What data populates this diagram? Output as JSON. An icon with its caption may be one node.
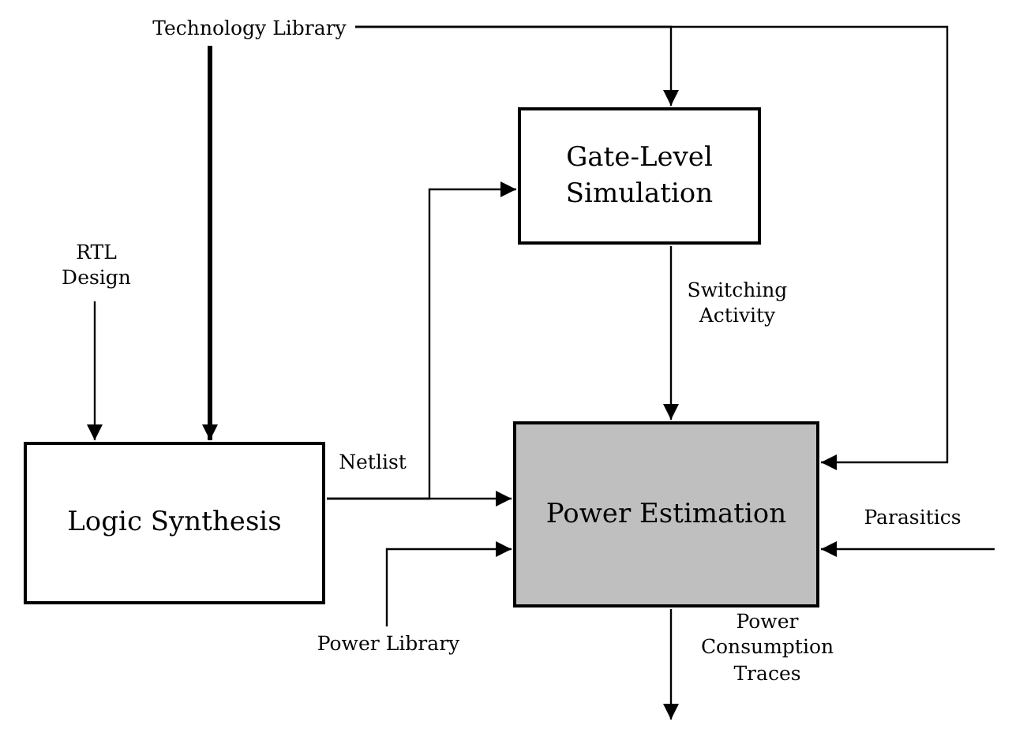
{
  "diagram": {
    "nodes": [
      {
        "text": [
          "Technology Library"
        ]
      },
      {
        "text": [
          "Gate-Level Simulation"
        ]
      },
      {
        "text": [
          "RTL Design"
        ]
      },
      {
        "text": [
          "Logic Synthesis"
        ]
      },
      {
        "text": [
          "Power Estimation"
        ]
      },
      {
        "text": [
          "Power Library"
        ]
      }
    ],
    "edges": [
      {
        "from": 0,
        "to": 3,
        "arrow": "to",
        "style": "thick"
      },
      {
        "from": 0,
        "to": 1,
        "arrow": "to"
      },
      {
        "from": 0,
        "to": 4,
        "arrow": "to"
      },
      {
        "from": 2,
        "to": 3,
        "arrow": "to"
      },
      {
        "from": 3,
        "to": 4,
        "arrow": "to",
        "label": "Netlist"
      },
      {
        "from": 3,
        "to": 1,
        "arrow": "to"
      },
      {
        "from": 1,
        "to": 4,
        "arrow": "to",
        "label": "Switching Activity"
      },
      {
        "from": 5,
        "to": 4,
        "arrow": "to"
      },
      {
        "from": null,
        "to": 4,
        "arrow": "to",
        "label": "Parasitics"
      },
      {
        "from": 4,
        "to": null,
        "arrow": "to",
        "label": "Power Consumption Traces"
      }
    ]
  }
}
